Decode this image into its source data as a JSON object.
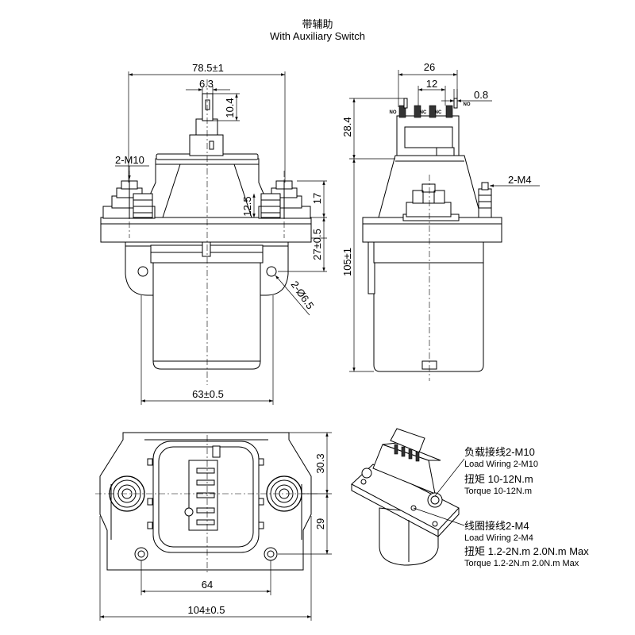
{
  "title": {
    "cn": "带辅助",
    "en": "With Auxiliary Switch"
  },
  "front_view": {
    "width_top": "78.5±1",
    "tab_width": "6.3",
    "tab_height": "10.4",
    "terminal_thread": "2-M10",
    "terminal_height": "12.5",
    "cap_height": "17",
    "mount_height": "27±0.5",
    "hole_dia": "2-Ø6.5",
    "body_width": "63±0.5"
  },
  "side_view": {
    "aux_width": "26",
    "aux_pitch": "12",
    "aux_tab": "0.8",
    "aux_height": "28.4",
    "coil_thread": "2-M4",
    "total_height": "105±1",
    "contact_labels": [
      "NO",
      "NC",
      "NC",
      "NO"
    ]
  },
  "top_view": {
    "dim_top": "30.3",
    "dim_mid": "29",
    "dim_pitch": "64",
    "dim_width": "104±0.5"
  },
  "notes": {
    "load_cn": "负载接线2-M10",
    "load_en": "Load Wiring 2-M10",
    "load_torque_cn": "扭矩 10-12N.m",
    "load_torque_en": "Torque 10-12N.m",
    "coil_cn": "线圈接线2-M4",
    "coil_en": "Load Wiring 2-M4",
    "coil_torque_cn": "扭矩 1.2-2N.m  2.0N.m Max",
    "coil_torque_en": "Torque 1.2-2N.m  2.0N.m Max"
  }
}
